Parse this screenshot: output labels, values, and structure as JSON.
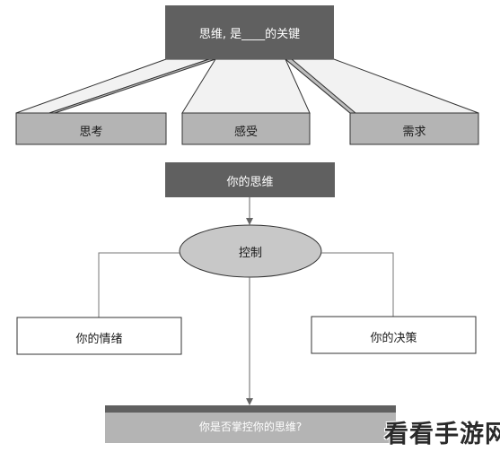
{
  "diagram": {
    "top_box": "思维, 是____的关键",
    "branches": [
      "思考",
      "感受",
      "需求"
    ],
    "mind_box": "你的思维",
    "control": "控制",
    "left_box": "你的情绪",
    "right_box": "你的决策",
    "question": "你是否掌控你的思维?"
  },
  "watermark": "看看手游网",
  "colors": {
    "dark_fill": "#606060",
    "panel_fill": "#b4b4b4",
    "ellipse_fill": "#c8c8c8",
    "line": "#666666"
  }
}
